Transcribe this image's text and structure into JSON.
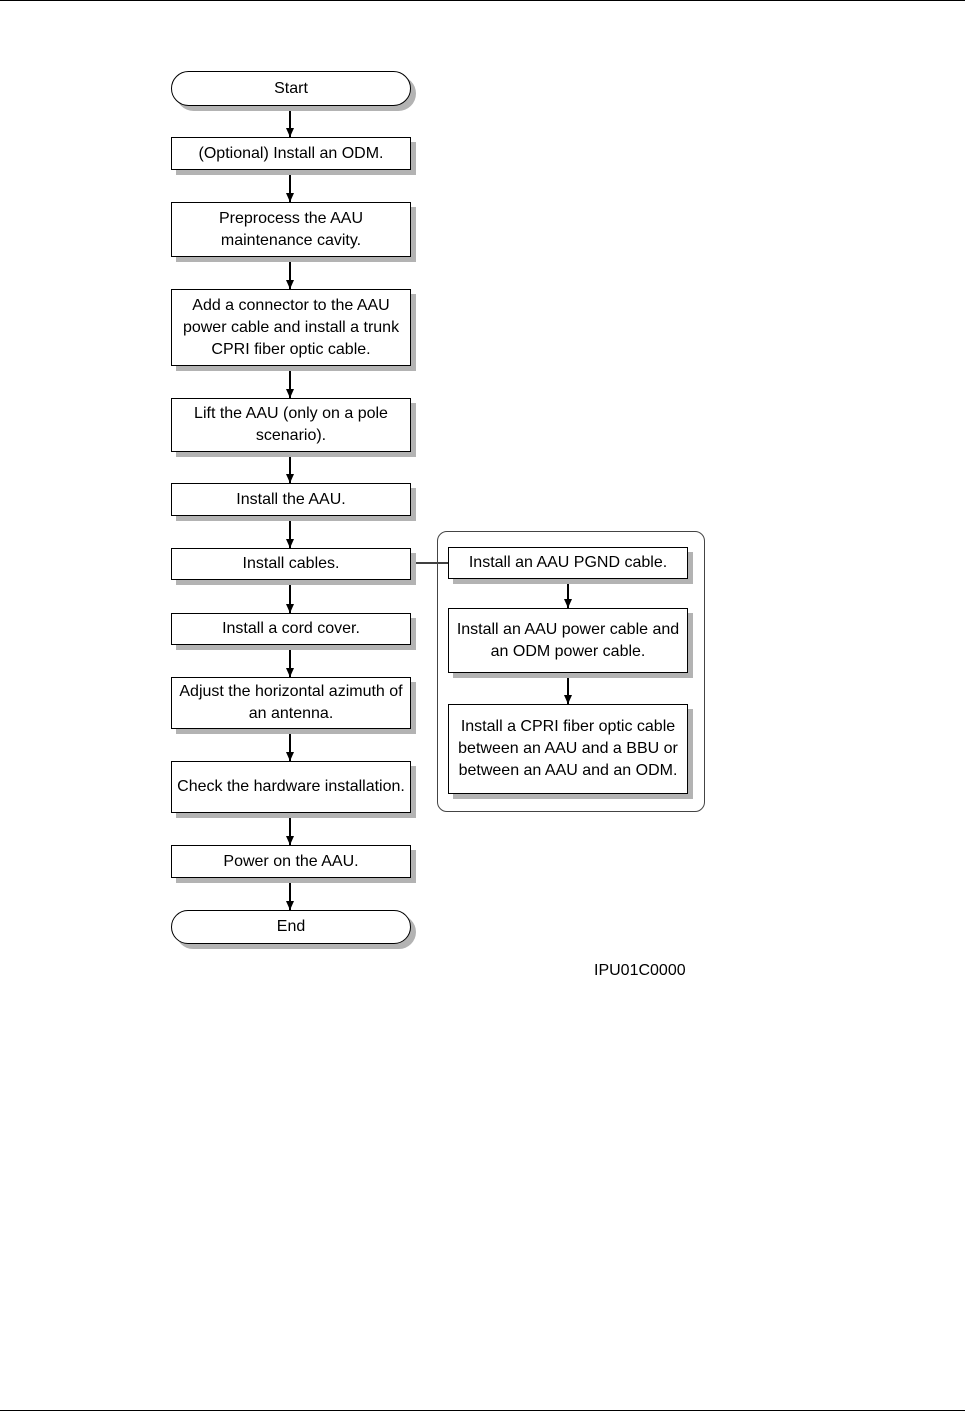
{
  "steps": {
    "start": "Start",
    "odm": "(Optional) Install an ODM.",
    "preprocess": "Preprocess the AAU maintenance cavity.",
    "connector": "Add a connector to the AAU power cable and install a trunk CPRI fiber optic cable.",
    "lift": "Lift the AAU (only on a pole scenario).",
    "install_aau": "Install the AAU.",
    "install_cables": "Install cables.",
    "cord_cover": "Install a cord cover.",
    "adjust": "Adjust the horizontal azimuth of an antenna.",
    "check": "Check the hardware installation.",
    "power_on": "Power on the AAU.",
    "end": "End"
  },
  "substeps": {
    "pgnd": "Install an AAU PGND cable.",
    "power_cable": "Install an AAU power cable and an ODM power cable.",
    "cpri": "Install a CPRI fiber optic cable between an AAU and a BBU or between an AAU and an ODM."
  },
  "figure_id": "IPU01C0000"
}
